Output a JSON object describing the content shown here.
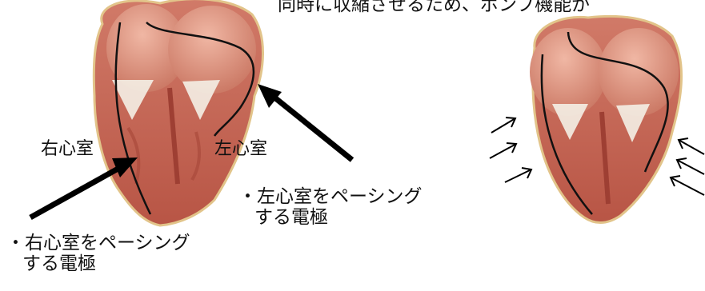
{
  "caption_top": "同時に収縮させるため、ポンプ機能が",
  "labels": {
    "right_ventricle": "右心室",
    "left_ventricle": "左心室"
  },
  "annotations": {
    "left_ventricle_electrode": {
      "line1": "・左心室をペーシング",
      "line2": "する電極"
    },
    "right_ventricle_electrode": {
      "line1": "・右心室をペーシング",
      "line2": "する電極"
    }
  },
  "colors": {
    "heart_muscle": "#c96a5a",
    "atrium": "#d98a78",
    "valve": "#f4efe6",
    "wire": "#111111"
  }
}
